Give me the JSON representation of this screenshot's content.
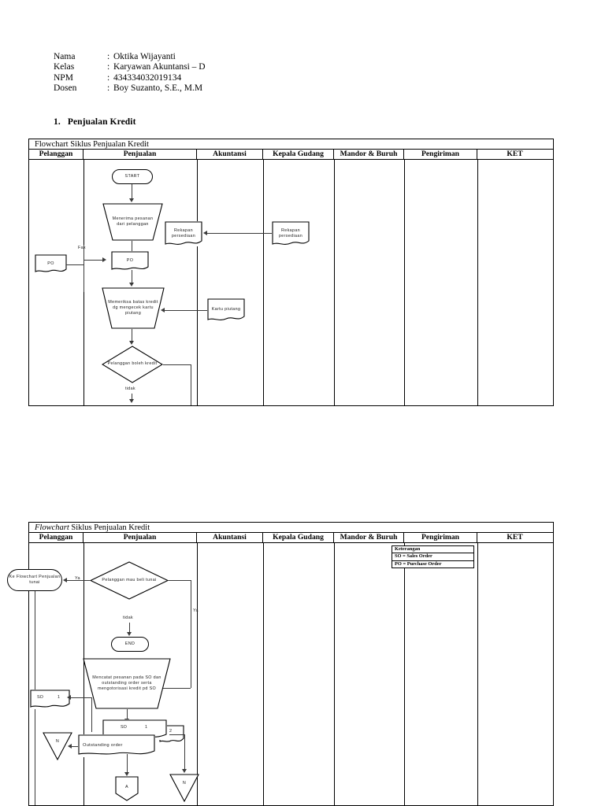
{
  "identity": {
    "rows": [
      {
        "label": "Nama",
        "value": "Oktika Wijayanti"
      },
      {
        "label": "Kelas",
        "value": "Karyawan Akuntansi – D"
      },
      {
        "label": "NPM",
        "value": "434334032019134"
      },
      {
        "label": "Dosen",
        "value": "Boy Suzanto, S.E., M.M"
      }
    ],
    "colon": ":"
  },
  "section": {
    "number": "1.",
    "title": "Penjualan Kredit"
  },
  "columns": [
    "Pelanggan",
    "Penjualan",
    "Akuntansi",
    "Kepala Gudang",
    "Mandor & Buruh",
    "Pengiriman",
    "KET"
  ],
  "flowchart1": {
    "caption": "Flowchart Siklus Penjualan Kredit",
    "caption_italic_part": "",
    "nodes": {
      "start": "START",
      "menerima": "Menerima pesanan dari pelanggan",
      "rekapan_penjualan": "Rekapan persediaan",
      "rekapan_gudang": "Rekapan persediaan",
      "po_pelanggan": "PO",
      "po_penjualan": "PO",
      "memeriksa": "Memeriksa batas kredit dg mengecek kartu piutang",
      "kartu_piutang": "Kartu piutang",
      "decision": "Pelanggan boleh kredit"
    },
    "edges": {
      "fax": "Fax",
      "tidak": "tidak"
    }
  },
  "flowchart2": {
    "caption_italic": "Flowchart",
    "caption_rest": " Siklus Penjualan Kredit",
    "nodes": {
      "ke_flowchart": "Ke Flowchart Penjualan tunai",
      "decision": "Pelanggan mau beli tunai",
      "end": "END",
      "mencatat": "Mencatat pesanan pada SO dan outstanding order serta mengotorisasi kredit pd SO",
      "so_left": "SO",
      "so_left_num": "1",
      "so_mid": "SO",
      "so_mid_num": "1",
      "so_copy2": "2",
      "outstanding": "Outstanding order",
      "n_left": "N",
      "n_right": "N",
      "connector_a": "A"
    },
    "edges": {
      "ya_left": "Ya",
      "ya_right": "Ya",
      "tidak": "tidak"
    },
    "legend": {
      "title": "Keterangan",
      "items": [
        "SO = Sales Order",
        "PO = Purchase Order"
      ]
    }
  },
  "colors": {
    "ink": "#000000",
    "line": "#3a3a3a",
    "paper": "#ffffff"
  }
}
